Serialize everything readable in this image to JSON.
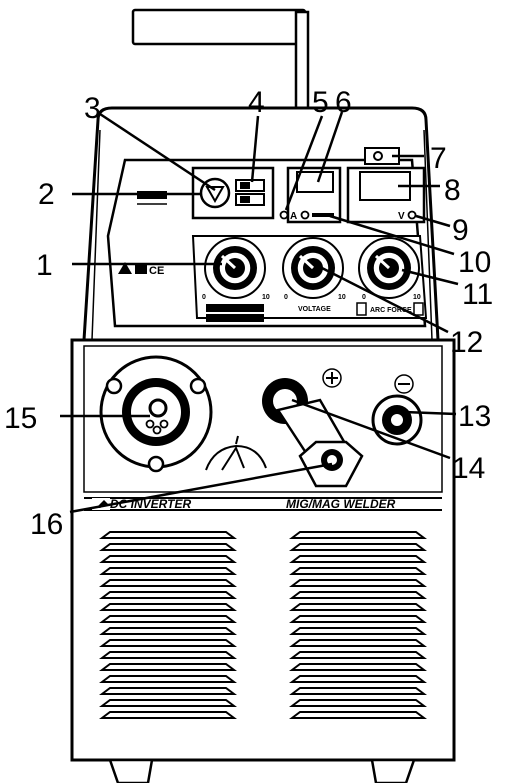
{
  "callouts": [
    "1",
    "2",
    "3",
    "4",
    "5",
    "6",
    "7",
    "8",
    "9",
    "10",
    "11",
    "12",
    "13",
    "14",
    "15",
    "16"
  ],
  "panel_labels": {
    "dc_inverter": "DC INVERTER",
    "mig_mag_welder": "MIG/MAG WELDER",
    "voltage": "VOLTAGE",
    "arc_force": "ARC FORCE"
  },
  "scale_marks": {
    "min": "0",
    "max": "10"
  }
}
